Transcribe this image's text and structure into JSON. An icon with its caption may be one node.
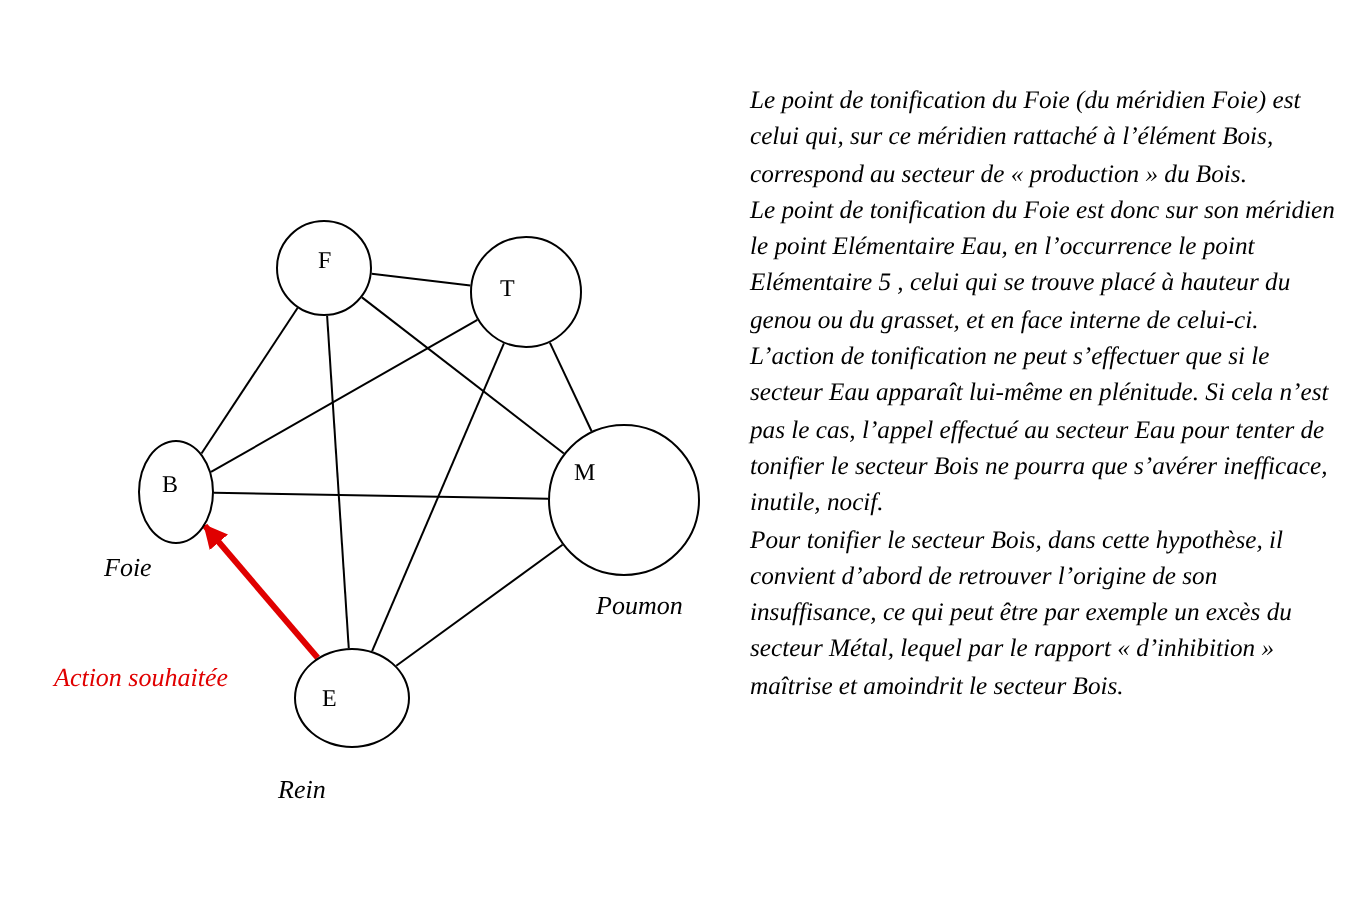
{
  "diagram": {
    "nodes": [
      {
        "text": [
          "F"
        ]
      },
      {
        "text": [
          "T"
        ]
      },
      {
        "text": [
          "B"
        ],
        "beside": [
          "Foie"
        ]
      },
      {
        "text": [
          "M"
        ],
        "beside": [
          "Poumon"
        ]
      },
      {
        "text": [
          "E"
        ],
        "beside": [
          "Rein"
        ]
      }
    ],
    "edges": [
      {
        "from": 0,
        "to": 1,
        "arrow": "none"
      },
      {
        "from": 0,
        "to": 2,
        "arrow": "none"
      },
      {
        "from": 0,
        "to": 4,
        "arrow": "none"
      },
      {
        "from": 0,
        "to": 3,
        "arrow": "none"
      },
      {
        "from": 1,
        "to": 2,
        "arrow": "none"
      },
      {
        "from": 1,
        "to": 4,
        "arrow": "none"
      },
      {
        "from": 1,
        "to": 3,
        "arrow": "none"
      },
      {
        "from": 2,
        "to": 3,
        "arrow": "none"
      },
      {
        "from": 4,
        "to": 3,
        "arrow": "none"
      },
      {
        "from": 4,
        "to": 2,
        "arrow": "to",
        "label": "Action souhaitée",
        "style": "thick",
        "color": "#e00000"
      }
    ],
    "labels": [
      "Le point de tonification du Foie (du méridien Foie) est celui qui, sur ce méridien rattaché à l’élément Bois, correspond au secteur de « production » du Bois.",
      "Le point de tonification du Foie est donc sur son méridien le point Elémentaire Eau, en l’occurrence le point Elémentaire 5 , celui qui se trouve placé à hauteur du genou ou du grasset, et en face interne de celui-ci.",
      "L’action de tonification ne peut s’effectuer que si le secteur Eau apparaît lui-même en plénitude. Si cela n’est pas le cas, l’appel effectué au secteur Eau pour tenter de tonifier le secteur Bois ne pourra que s’avérer inefficace, inutile, nocif.",
      "Pour tonifier le secteur Bois, dans cette hypothèse, il convient d’abord de retrouver l’origine de son insuffisance, ce qui peut être par exemple un excès du secteur Métal, lequel par le rapport « d’inhibition » maîtrise et amoindrit le secteur Bois."
    ]
  }
}
